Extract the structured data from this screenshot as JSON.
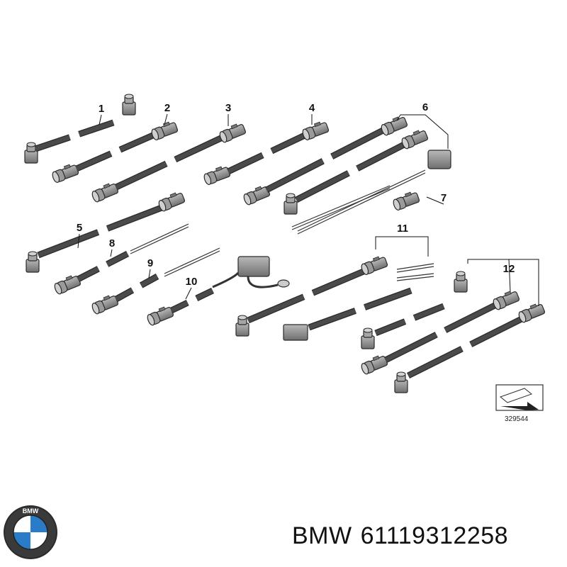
{
  "diagram": {
    "callouts": [
      "1",
      "2",
      "3",
      "4",
      "5",
      "6",
      "7",
      "8",
      "9",
      "10",
      "11",
      "12"
    ],
    "reference_number": "329544"
  },
  "footer": {
    "brand": "BMW",
    "part_number": "61119312258",
    "logo_letters": "BMW"
  },
  "colors": {
    "cable": "#4a4a4a",
    "connector": "#8a8a8a",
    "outline": "#2a2a2a",
    "logo_blue": "#2a7bc8"
  },
  "icons": [
    "bmw-logo-icon",
    "reference-arrow-icon"
  ]
}
